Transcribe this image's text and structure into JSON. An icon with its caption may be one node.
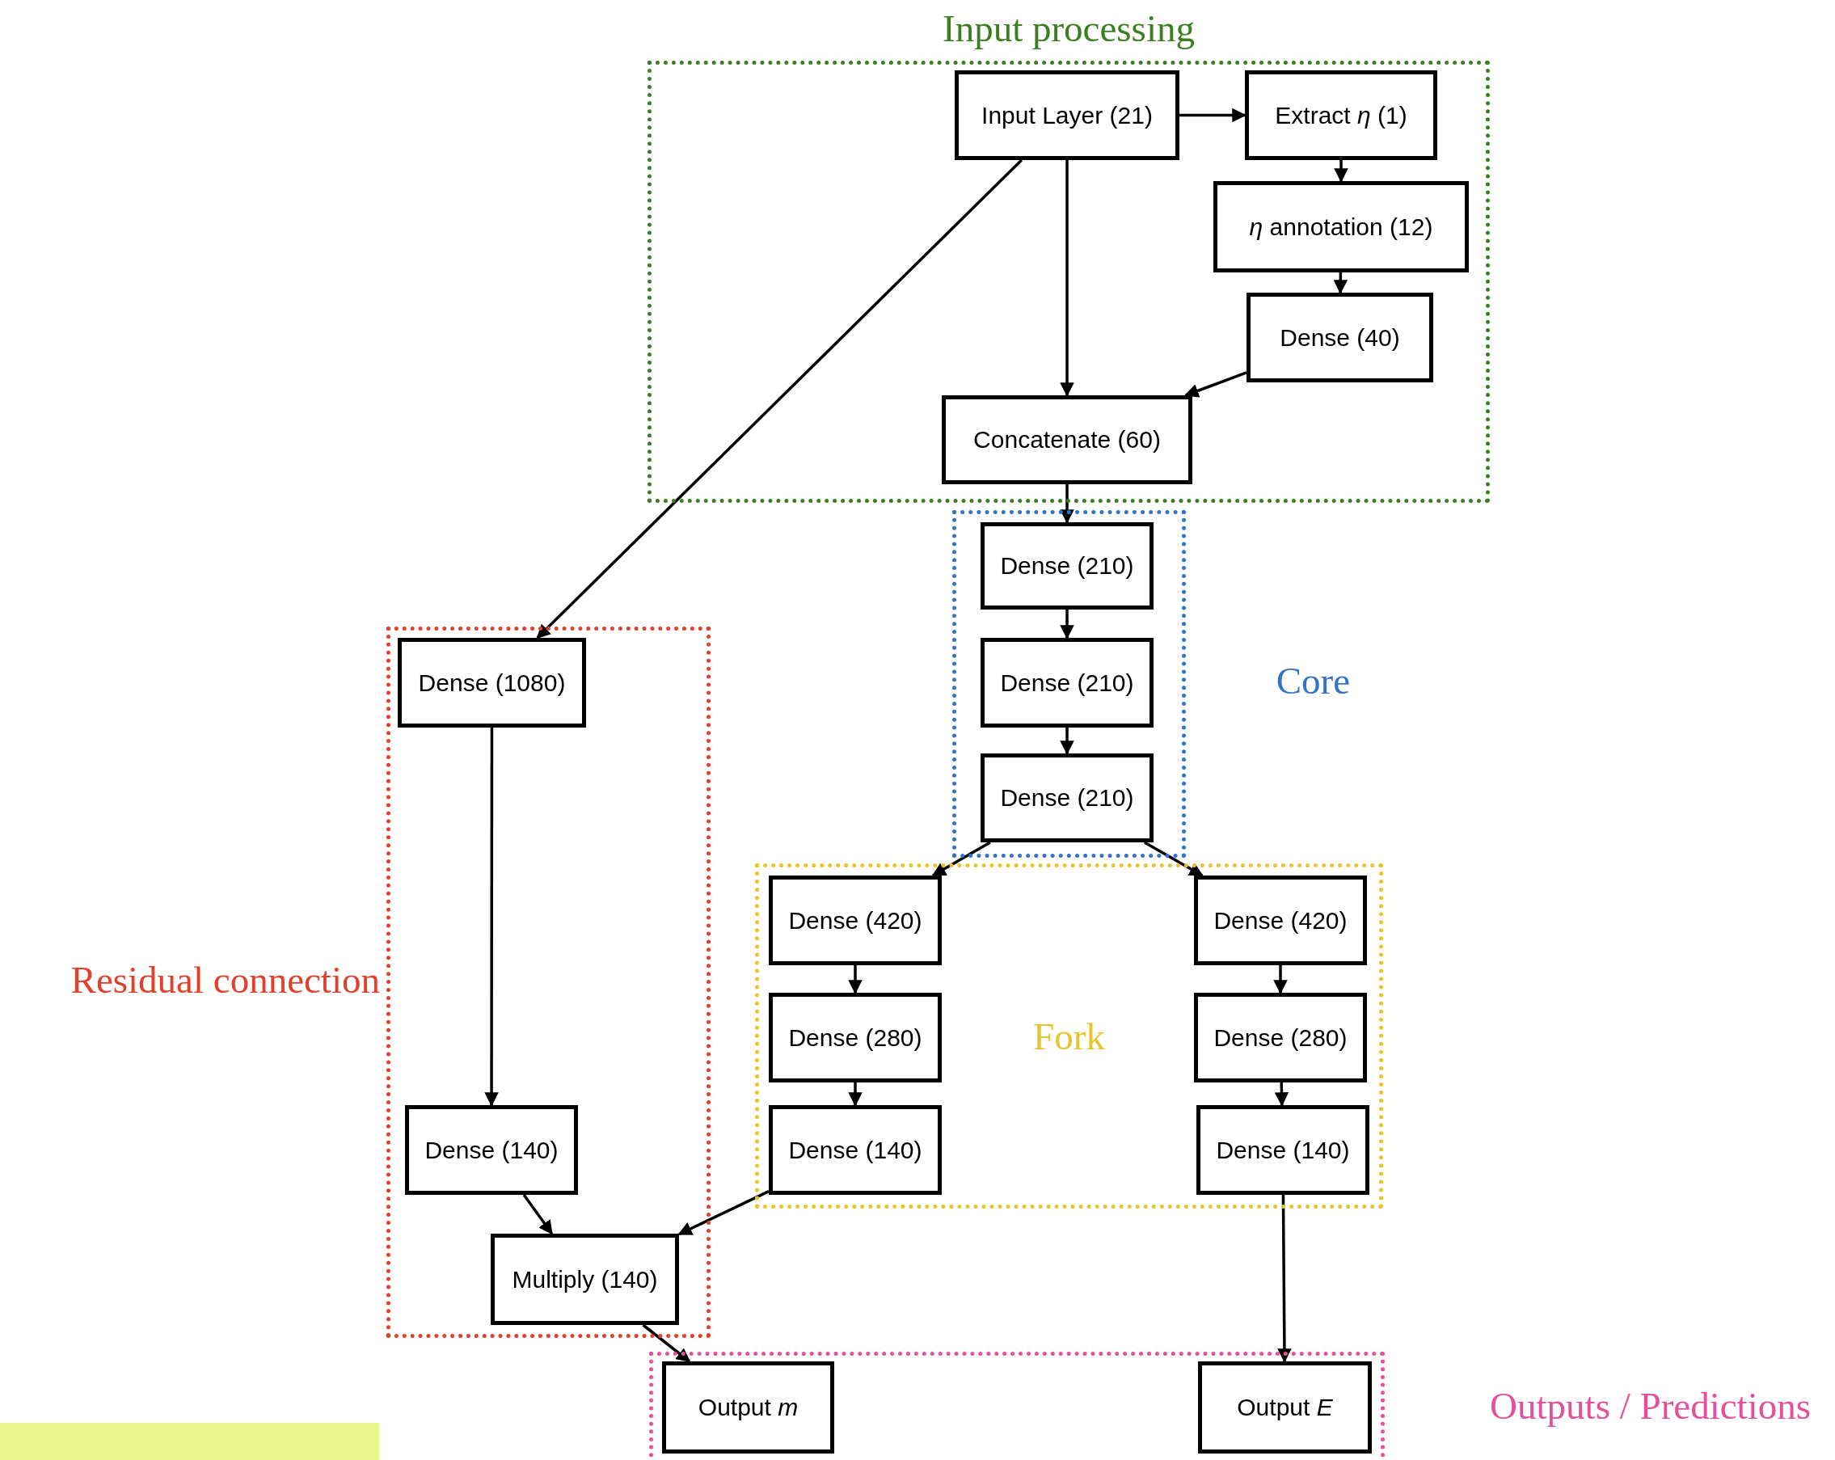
{
  "diagram": {
    "nodes": [
      {
        "text": [
          "Input processing"
        ]
      },
      {
        "text": [
          "Input Layer (21)"
        ],
        "in": 0
      },
      {
        "text": [
          "Extract *η* (1)"
        ],
        "in": 0
      },
      {
        "text": [
          "*η* annotation (12)"
        ],
        "in": 0
      },
      {
        "text": [
          "Dense (40)"
        ],
        "in": 0
      },
      {
        "text": [
          "Concatenate (60)"
        ],
        "in": 0
      },
      {
        "text": [],
        "shape": "box",
        "beside": [
          "Core"
        ]
      },
      {
        "text": [
          "Dense (210)"
        ],
        "in": 6
      },
      {
        "text": [
          "Dense (210)"
        ],
        "in": 6
      },
      {
        "text": [
          "Dense (210)"
        ],
        "in": 6
      },
      {
        "text": [],
        "shape": "box",
        "beside": [
          "Residual connection"
        ]
      },
      {
        "text": [
          "Dense (1080)"
        ],
        "in": 10
      },
      {
        "text": [
          "Dense (140)"
        ],
        "in": 10
      },
      {
        "text": [
          "Multiply (140)"
        ],
        "in": 10
      },
      {
        "text": [
          "Fork"
        ]
      },
      {
        "text": [
          "Dense (420)"
        ],
        "in": 14
      },
      {
        "text": [
          "Dense (280)"
        ],
        "in": 14
      },
      {
        "text": [
          "Dense (140)"
        ],
        "in": 14
      },
      {
        "text": [
          "Dense (420)"
        ],
        "in": 14
      },
      {
        "text": [
          "Dense (280)"
        ],
        "in": 14
      },
      {
        "text": [
          "Dense (140)"
        ],
        "in": 14
      },
      {
        "text": [],
        "shape": "box",
        "beside": [
          "Outputs / Predictions"
        ]
      },
      {
        "text": [
          "Output *m*"
        ],
        "in": 21
      },
      {
        "text": [
          "Output *E*"
        ],
        "in": 21
      }
    ],
    "edges": [
      {
        "from": 1,
        "to": 2,
        "arrow": "to"
      },
      {
        "from": 2,
        "to": 3,
        "arrow": "to"
      },
      {
        "from": 3,
        "to": 4,
        "arrow": "to"
      },
      {
        "from": 4,
        "to": 5,
        "arrow": "to"
      },
      {
        "from": 1,
        "to": 5,
        "arrow": "to"
      },
      {
        "from": 1,
        "to": 11,
        "arrow": "to"
      },
      {
        "from": 5,
        "to": 7,
        "arrow": "to"
      },
      {
        "from": 7,
        "to": 8,
        "arrow": "to"
      },
      {
        "from": 8,
        "to": 9,
        "arrow": "to"
      },
      {
        "from": 9,
        "to": 15,
        "arrow": "to"
      },
      {
        "from": 9,
        "to": 18,
        "arrow": "to"
      },
      {
        "from": 15,
        "to": 16,
        "arrow": "to"
      },
      {
        "from": 16,
        "to": 17,
        "arrow": "to"
      },
      {
        "from": 18,
        "to": 19,
        "arrow": "to"
      },
      {
        "from": 19,
        "to": 20,
        "arrow": "to"
      },
      {
        "from": 11,
        "to": 12,
        "arrow": "to"
      },
      {
        "from": 12,
        "to": 13,
        "arrow": "to"
      },
      {
        "from": 17,
        "to": 13,
        "arrow": "to"
      },
      {
        "from": 13,
        "to": 22,
        "arrow": "to"
      },
      {
        "from": 20,
        "to": 23,
        "arrow": "to"
      }
    ]
  }
}
